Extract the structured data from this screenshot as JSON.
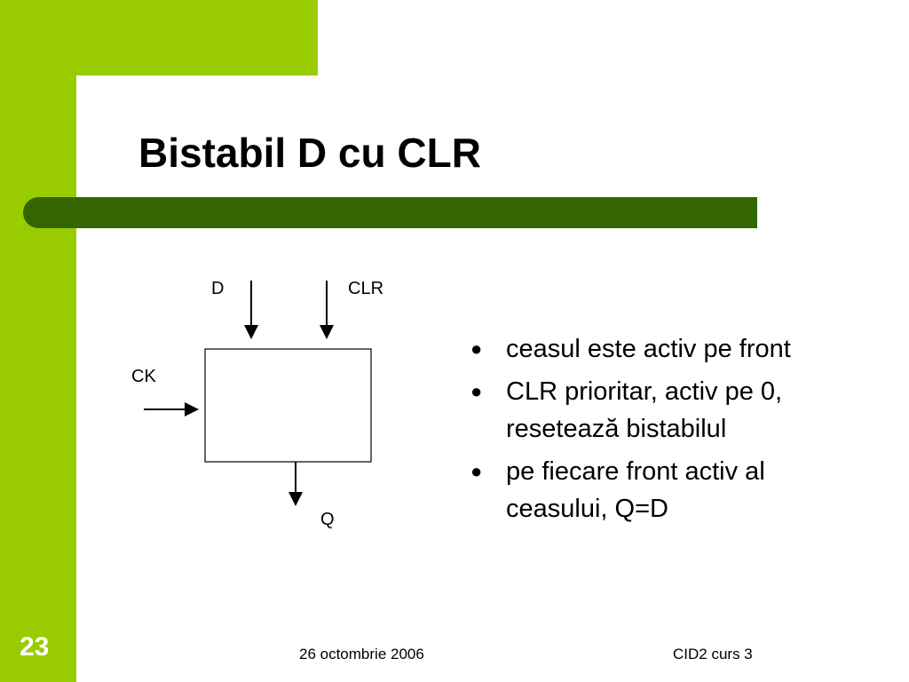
{
  "slide": {
    "title": "Bistabil D cu CLR",
    "number": "23",
    "footer_date": "26 octombrie 2006",
    "footer_course": "CID2 curs 3"
  },
  "diagram": {
    "labels": {
      "d": "D",
      "clr": "CLR",
      "ck": "CK",
      "q": "Q"
    }
  },
  "bullets": [
    "ceasul este activ pe front",
    "CLR prioritar, activ pe 0, resetează bistabilul",
    "pe fiecare front activ al ceasului, Q=D"
  ],
  "colors": {
    "background_green": "#99cc00",
    "title_bar_green": "#336600"
  }
}
